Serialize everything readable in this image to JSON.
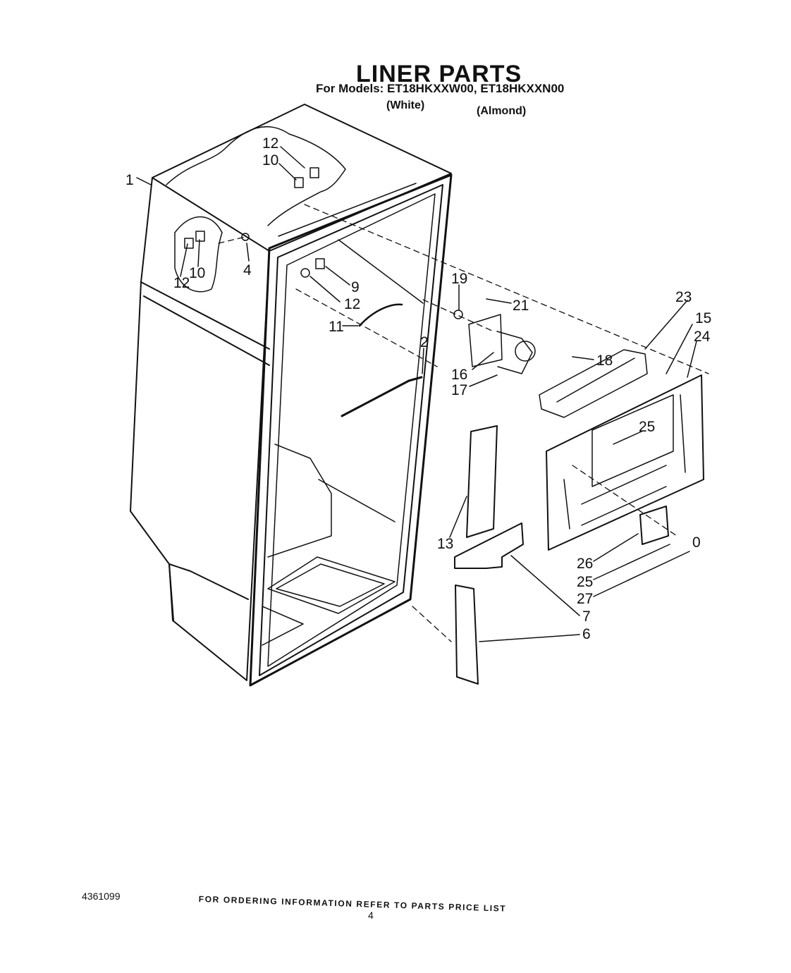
{
  "header": {
    "title": "LINER PARTS",
    "models_line": "For Models: ET18HKXXW00, ET18HKXXN00",
    "variant_white": "(White)",
    "variant_almond": "(Almond)"
  },
  "callouts": [
    "1",
    "12",
    "10",
    "12",
    "10",
    "4",
    "9",
    "12",
    "11",
    "2",
    "19",
    "21",
    "16",
    "17",
    "18",
    "23",
    "15",
    "24",
    "25",
    "13",
    "26",
    "25",
    "27",
    "7",
    "6",
    "0"
  ],
  "footer": {
    "doc_number": "4361099",
    "ordering_info": "FOR ORDERING INFORMATION REFER TO PARTS PRICE LIST",
    "page_number": "4"
  }
}
